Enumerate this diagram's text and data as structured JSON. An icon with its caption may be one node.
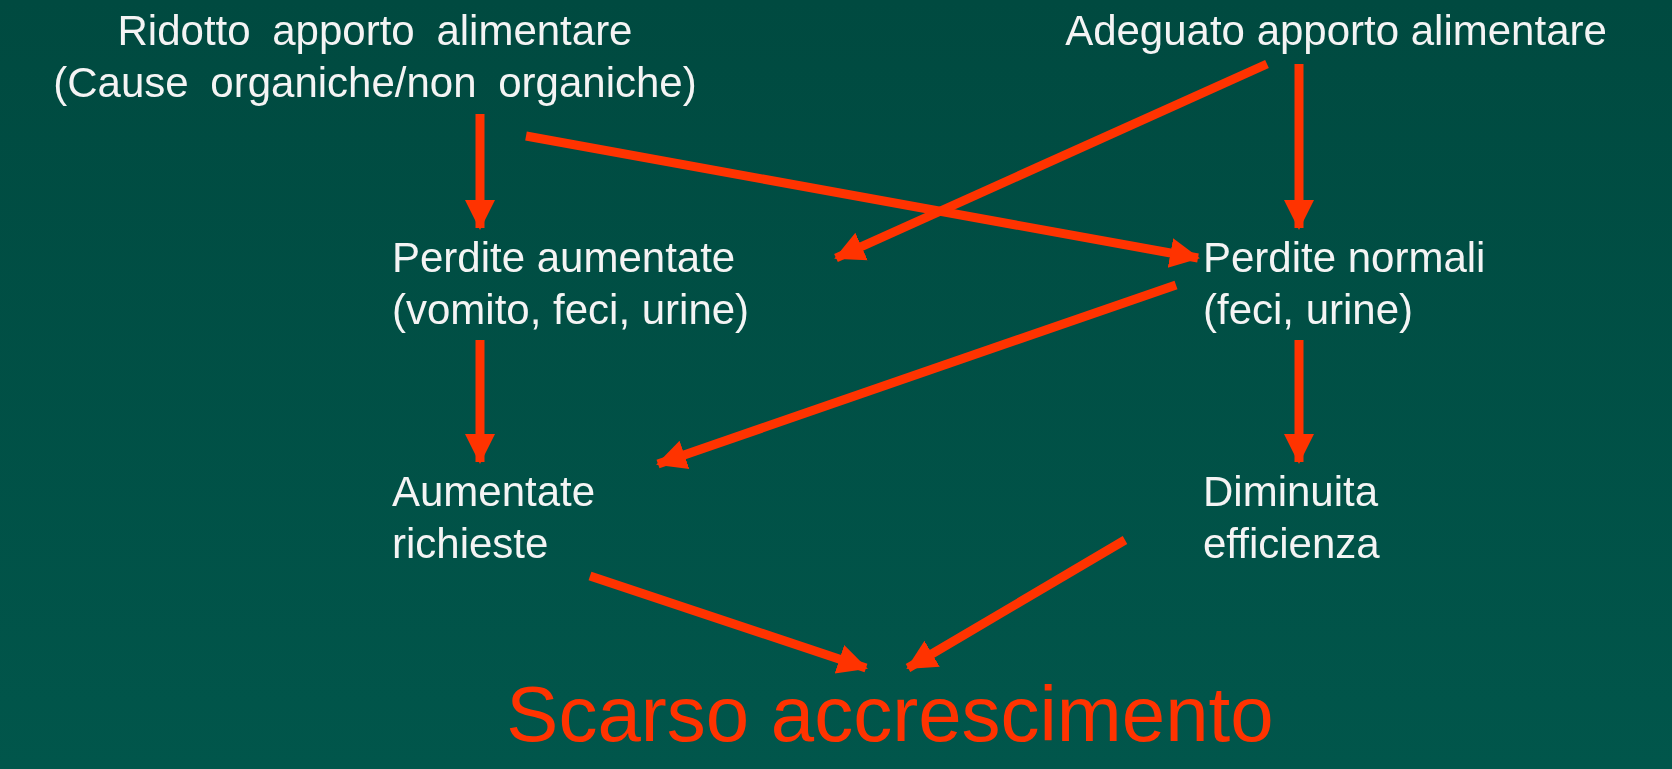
{
  "diagram": {
    "nodes": [
      {
        "text": [
          "Ridotto apporto alimentare (Cause organiche/non organiche)"
        ]
      },
      {
        "text": [
          "Adeguato apporto alimentare"
        ]
      },
      {
        "text": [
          "Perdite aumentate (vomito, feci, urine)"
        ]
      },
      {
        "text": [
          "Perdite normali (feci, urine)"
        ]
      },
      {
        "text": [
          "Aumentate richieste"
        ]
      },
      {
        "text": [
          "Diminuita efficienza"
        ]
      },
      {
        "text": [
          "Scarso accrescimento"
        ]
      }
    ],
    "edges": [
      {
        "from": 0,
        "to": 2,
        "arrow": "to"
      },
      {
        "from": 0,
        "to": 3,
        "arrow": "to"
      },
      {
        "from": 1,
        "to": 2,
        "arrow": "to"
      },
      {
        "from": 1,
        "to": 3,
        "arrow": "to"
      },
      {
        "from": 2,
        "to": 4,
        "arrow": "to"
      },
      {
        "from": 3,
        "to": 4,
        "arrow": "to"
      },
      {
        "from": 3,
        "to": 5,
        "arrow": "to"
      },
      {
        "from": 4,
        "to": 6,
        "arrow": "to"
      },
      {
        "from": 5,
        "to": 6,
        "arrow": "to"
      }
    ]
  }
}
